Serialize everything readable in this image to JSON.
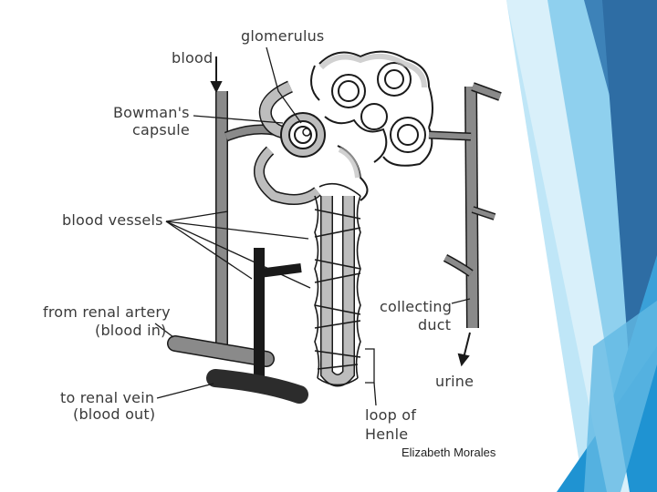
{
  "labels": {
    "glomerulus": "glomerulus",
    "blood": "blood",
    "bowmans_line1": "Bowman's",
    "bowmans_line2": "capsule",
    "blood_vessels": "blood vessels",
    "renal_artery_line1": "from renal artery",
    "renal_artery_line2": "(blood in)",
    "renal_vein_line1": "to renal vein",
    "renal_vein_line2": "(blood out)",
    "collecting_line1": "collecting",
    "collecting_line2": "duct",
    "urine": "urine",
    "loop_line1": "loop of",
    "loop_line2": "Henle"
  },
  "credit": "Elizabeth Morales",
  "colors": {
    "background": "#ffffff",
    "vessel_grey": "#8a8a8a",
    "vein_dark": "#2c2c2c",
    "tubule_light": "#bdbdbd",
    "outline": "#1a1a1a",
    "text": "#3a3a3a",
    "accent_blue_dark": "#2e6da4",
    "accent_blue": "#3aa0d8",
    "accent_blue_light": "#a9dcf3"
  }
}
